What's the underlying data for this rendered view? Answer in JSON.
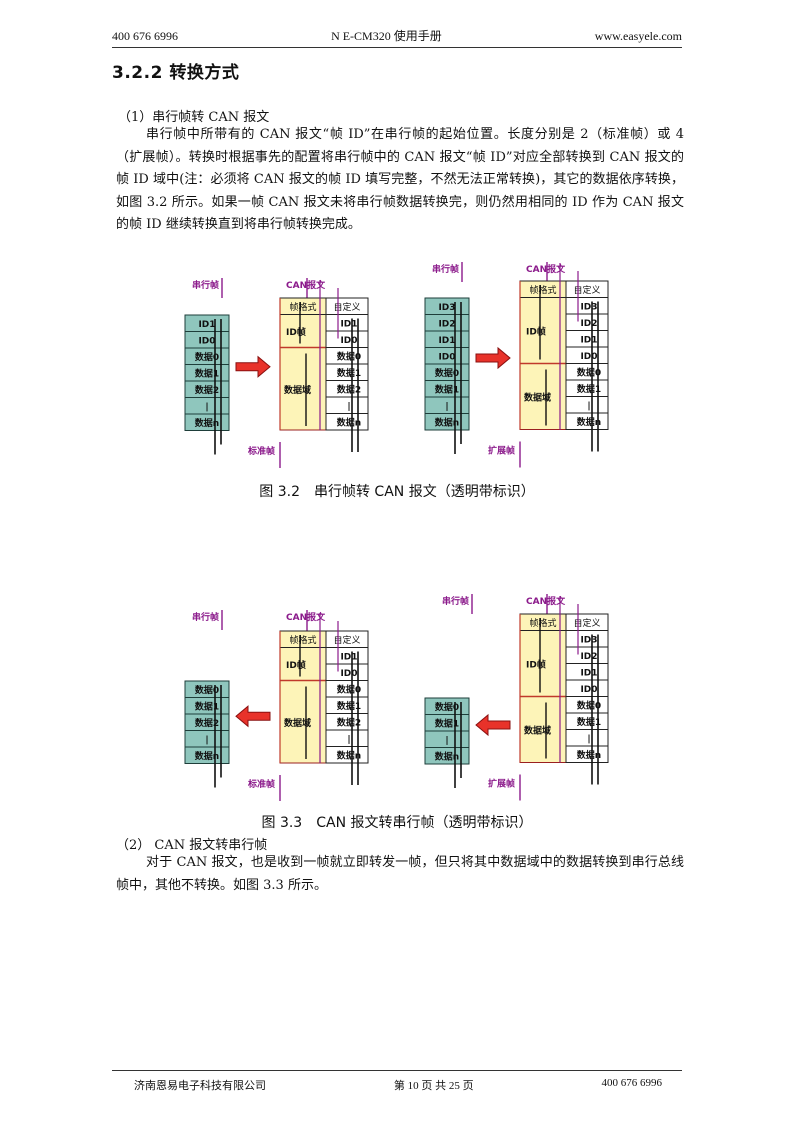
{
  "header": {
    "phone": "400 676 6996",
    "title": "N E-CM320 使用手册",
    "site": "www.easyele.com"
  },
  "section": {
    "title": "3.2.2 转换方式"
  },
  "part1": {
    "heading": "（1）串行帧转 CAN 报文",
    "paragraph": "串行帧中所带有的 CAN 报文“帧 ID”在串行帧的起始位置。长度分别是 2（标准帧）或 4（扩展帧）。转换时根据事先的配置将串行帧中的 CAN 报文“帧 ID”对应全部转换到 CAN 报文的帧 ID 域中(注：必须将 CAN 报文的帧 ID 填写完整，不然无法正常转换)，其它的数据依序转换，如图 3.2 所示。如果一帧 CAN 报文未将串行帧数据转换完，则仍然用相同的 ID 作为 CAN 报文的帧 ID 继续转换直到将串行帧转换完成。"
  },
  "figure2": {
    "caption": "图 3.2　串行帧转 CAN 报文（透明带标识）",
    "standard": {
      "serial_label": "串行帧",
      "can_label": "CAN报文",
      "frame_label": "标准帧",
      "serial_cells": [
        "ID1",
        "ID0",
        "数据0",
        "数据1",
        "数据2",
        "|",
        "数据n"
      ],
      "can_head": [
        "帧格式",
        "自定义"
      ],
      "can_id_label": "ID帧",
      "can_data_label": "数据域",
      "can_cells": [
        "ID1",
        "ID0",
        "数据0",
        "数据1",
        "数据2",
        "|",
        "数据n"
      ]
    },
    "extended": {
      "serial_label": "串行帧",
      "can_label": "CAN报文",
      "frame_label": "扩展帧",
      "serial_cells": [
        "ID3",
        "ID2",
        "ID1",
        "ID0",
        "数据0",
        "数据1",
        "|",
        "数据n"
      ],
      "can_head": [
        "帧格式",
        "自定义"
      ],
      "can_id_label": "ID帧",
      "can_data_label": "数据域",
      "can_cells": [
        "ID3",
        "ID2",
        "ID1",
        "ID0",
        "数据0",
        "数据1",
        "|",
        "数据n"
      ]
    }
  },
  "figure3": {
    "caption": "图 3.3　CAN 报文转串行帧（透明带标识）",
    "standard": {
      "serial_label": "串行帧",
      "can_label": "CAN报文",
      "frame_label": "标准帧",
      "serial_cells": [
        "数据0",
        "数据1",
        "数据2",
        "|",
        "数据n"
      ],
      "can_head": [
        "帧格式",
        "自定义"
      ],
      "can_id_label": "ID帧",
      "can_data_label": "数据域",
      "can_cells": [
        "ID1",
        "ID0",
        "数据0",
        "数据1",
        "数据2",
        "|",
        "数据n"
      ]
    },
    "extended": {
      "serial_label": "串行帧",
      "can_label": "CAN报文",
      "frame_label": "扩展帧",
      "serial_cells": [
        "数据0",
        "数据1",
        "|",
        "数据n"
      ],
      "can_head": [
        "帧格式",
        "自定义"
      ],
      "can_id_label": "ID帧",
      "can_data_label": "数据域",
      "can_cells": [
        "ID3",
        "ID2",
        "ID1",
        "ID0",
        "数据0",
        "数据1",
        "|",
        "数据n"
      ]
    }
  },
  "part2": {
    "heading": "（2） CAN 报文转串行帧",
    "paragraph": "对于 CAN 报文，也是收到一帧就立即转发一帧，但只将其中数据域中的数据转换到串行总线帧中，其他不转换。如图 3.3 所示。"
  },
  "footer": {
    "company": "济南恩易电子科技有限公司",
    "page": "第 10 页 共 25 页",
    "phone": "400 676 6996"
  },
  "colors": {
    "teal": "#8fc6bd",
    "yellow": "#fdf4b8",
    "purple": "#8b1a8b",
    "red": "#c0392b",
    "dark_red": "#9a2020",
    "arrow": "#e8322a"
  }
}
